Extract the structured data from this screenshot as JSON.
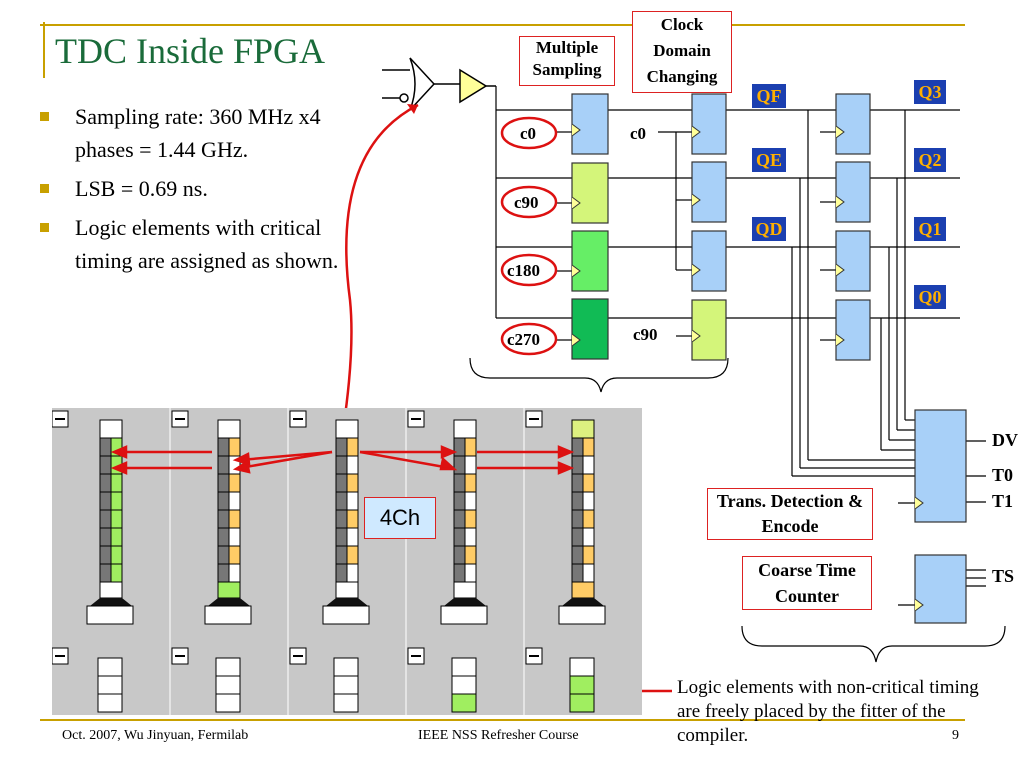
{
  "slide": {
    "title": "TDC Inside FPGA",
    "bullets": [
      "Sampling rate: 360 MHz x4 phases = 1.44 GHz.",
      "LSB = 0.69 ns.",
      "Logic elements with critical timing are assigned as shown."
    ],
    "labels": {
      "multiple_sampling": "Multiple Sampling",
      "clock_domain": "Clock Domain Changing",
      "trans_detection": "Trans. Detection & Encode",
      "coarse_counter": "Coarse Time Counter",
      "four_ch": "4Ch",
      "note": "Logic elements with non-critical timing are freely placed by the fitter of the compiler."
    },
    "clocks": [
      "c0",
      "c90",
      "c180",
      "c270"
    ],
    "clock_labels": {
      "c0_mid": "c0",
      "c90_mid": "c90"
    },
    "q_left": [
      "QF",
      "QE",
      "QD"
    ],
    "q_right": [
      "Q3",
      "Q2",
      "Q1",
      "Q0"
    ],
    "outputs": [
      "DV",
      "T0",
      "T1",
      "TS"
    ],
    "footer": {
      "left": "Oct. 2007, Wu Jinyuan, Fermilab",
      "center": "IEEE NSS Refresher Course",
      "page": "9"
    }
  },
  "colors": {
    "title": "#1a6b3a",
    "bullet": "#c8a000",
    "accent_red": "#dd1111",
    "ff_blue": "#a8d0f8",
    "ff_lime": "#d4f57a",
    "ff_green": "#66ee66",
    "ff_dark_green": "#11bb55",
    "q_badge": "#1b3fb0",
    "q_text": "#ffb000",
    "floorplan_bg": "#c8c8c8",
    "cell_green": "#a0ee60",
    "cell_orange": "#ffcc66"
  },
  "icons": [
    "buffer-gate-icon",
    "inverter-gate-icon",
    "flip-flop-icon",
    "collapse-minus-icon",
    "curly-brace-icon",
    "arrow-icon"
  ]
}
